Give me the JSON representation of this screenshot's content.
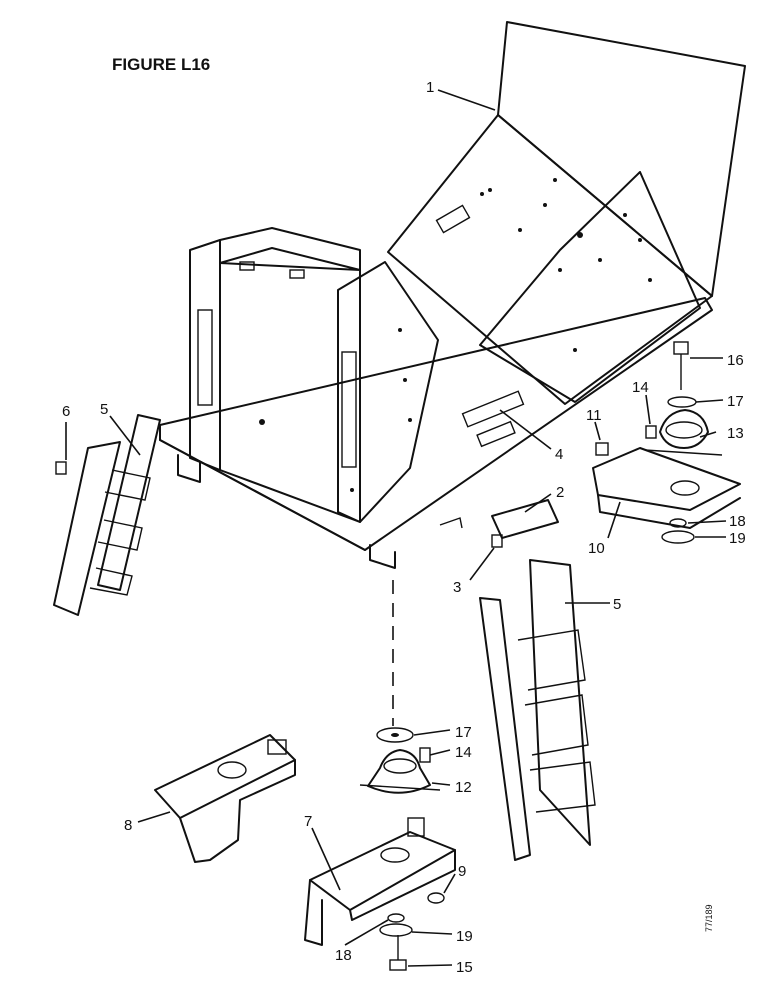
{
  "figure": {
    "title": "FIGURE L16"
  },
  "reference": "77/189",
  "callouts": [
    "1",
    "2",
    "3",
    "4",
    "5",
    "5",
    "6",
    "7",
    "8",
    "9",
    "10",
    "11",
    "12",
    "13",
    "14",
    "14",
    "15",
    "16",
    "17",
    "17",
    "18",
    "18",
    "19",
    "19"
  ]
}
